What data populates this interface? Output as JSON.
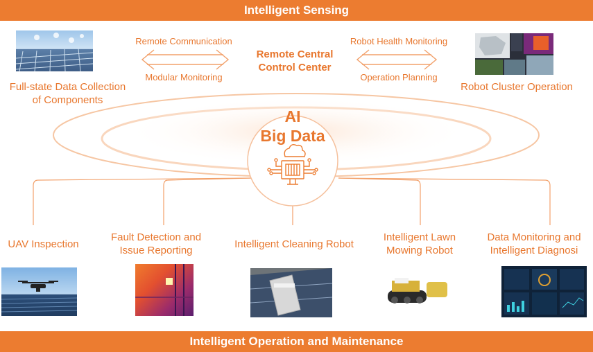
{
  "header": {
    "title": "Intelligent Sensing"
  },
  "footer": {
    "title": "Intelligent Operation and Maintenance"
  },
  "top": {
    "left_label_line1": "Full-state Data Collection",
    "left_label_line2": "of Components",
    "remote_communication": "Remote Communication",
    "modular_monitoring": "Modular Monitoring",
    "center_line1": "Remote Central",
    "center_line2": "Control Center",
    "robot_health_monitoring": "Robot Health Monitoring",
    "operation_planning": "Operation Planning",
    "right_label": "Robot Cluster Operation"
  },
  "core": {
    "line1": "AI",
    "line2": "Big Data"
  },
  "bottom": [
    {
      "line1": "UAV Inspection",
      "line2": ""
    },
    {
      "line1": "Fault Detection and",
      "line2": "Issue Reporting"
    },
    {
      "line1": "Intelligent Cleaning Robot",
      "line2": ""
    },
    {
      "line1": "Intelligent Lawn",
      "line2": "Mowing Robot"
    },
    {
      "line1": "Data Monitoring and",
      "line2": "Intelligent Diagnosi"
    }
  ],
  "colors": {
    "accent": "#ec7c30",
    "text": "#e8772e",
    "light": "#f6c6a3"
  }
}
